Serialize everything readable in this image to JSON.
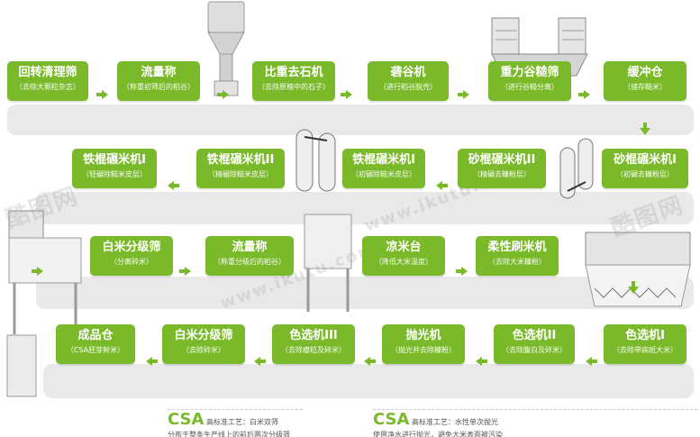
{
  "rows": [
    [
      {
        "title": "回转清理筛",
        "sub": "（去除大颗粒杂志）"
      },
      {
        "title": "流量称",
        "sub": "（称重初筛后的稻谷）"
      },
      {
        "title": "比重去石机",
        "sub": "（去除原粮中的石子）"
      },
      {
        "title": "砻谷机",
        "sub": "（进行稻谷脱壳）"
      },
      {
        "title": "重力谷糙筛",
        "sub": "（进行谷糙分离）"
      },
      {
        "title": "缓冲仓",
        "sub": "（储存糙米）"
      }
    ],
    [
      {
        "title": "铁棍碾米机I",
        "sub": "（轻碾除糙米皮层）"
      },
      {
        "title": "铁棍碾米机II",
        "sub": "（精碾除糙米皮层）"
      },
      {
        "title": "铁棍碾米机I",
        "sub": "（初碾除糙米皮层）"
      },
      {
        "title": "砂棍碾米机II",
        "sub": "（精碾去糠粉层）"
      },
      {
        "title": "砂棍碾米机I",
        "sub": "（初碾去糠粉层）"
      }
    ],
    [
      {
        "title": "白米分级筛",
        "sub": "（分离碎米）"
      },
      {
        "title": "流量称",
        "sub": "（称重分级后的稻谷）"
      },
      {
        "title": "凉米台",
        "sub": "（降低大米温度）"
      },
      {
        "title": "柔性刷米机",
        "sub": "（去除大米糠粉）"
      }
    ],
    [
      {
        "title": "成品仓",
        "sub": "（CSA胚芽鲜米）"
      },
      {
        "title": "白米分级筛",
        "sub": "（去除碎米）"
      },
      {
        "title": "色选机III",
        "sub": "（去除瘪粒及碎米）"
      },
      {
        "title": "抛光机",
        "sub": "（抛光并去除糠粉）"
      },
      {
        "title": "色选机II",
        "sub": "（去除腹白及碎米）"
      },
      {
        "title": "色选机I",
        "sub": "（去除带病斑大米）"
      }
    ]
  ],
  "csa_notes": [
    {
      "label": "CSA",
      "text": "高标准工艺：白米双筛",
      "line2": "分布于整条生产线上的前后两次分级筛"
    },
    {
      "label": "CSA",
      "text": "高标准工艺：水性单次抛光",
      "line2": "使用净水进行抛光，避免大米表面被污染"
    }
  ],
  "watermarks": [
    "酷图网",
    "www.ikutu.com",
    "酷图网",
    "www.ikutu.com"
  ],
  "colors": {
    "accent": "#7ab929",
    "band": "#e9e9e9"
  }
}
